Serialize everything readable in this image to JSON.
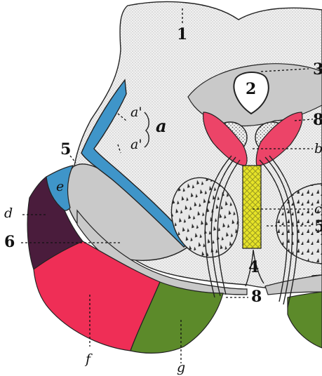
{
  "figure": {
    "colors": {
      "background": "#ffffff",
      "stipple_base": "#f1f1f1",
      "stipple_dot": "#8a8a8a",
      "gray_region": "#c9c9c9",
      "blue_region": "#3f95c9",
      "purple_region": "#4a1c3c",
      "red_region": "#ef2e56",
      "green_region": "#5c8a2a",
      "pink_region": "#ec4468",
      "yellow_region": "#e6e328",
      "dark_nucleus": "#2b2b2b",
      "ink": "#111111"
    },
    "labels": {
      "n1": "1",
      "n2": "2",
      "n3": "3",
      "n4": "4",
      "n5": "5",
      "n6": "6",
      "n8_bottom": "8",
      "n8_right": "8",
      "d": "d",
      "e": "e",
      "f": "f",
      "g": "g",
      "a": "a",
      "a_prime": "a'",
      "a_double_prime": "a'",
      "b": "b",
      "c": "c",
      "n5_right": "5"
    }
  }
}
